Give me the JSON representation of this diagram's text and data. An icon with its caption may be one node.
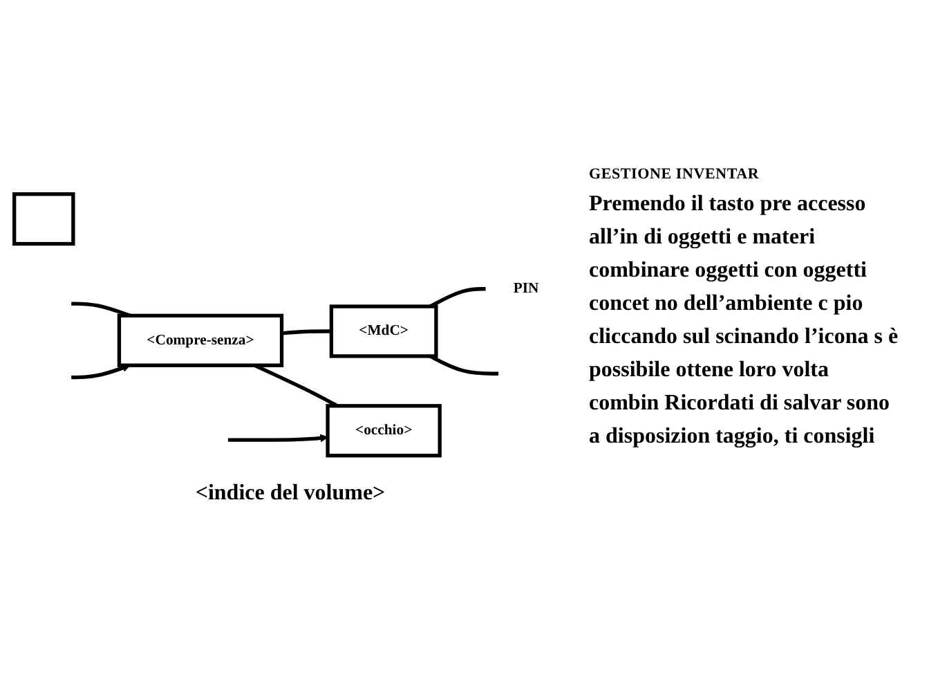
{
  "diagram": {
    "nodes": [
      {
        "text": [
          "<MdC>"
        ]
      },
      {
        "text": [
          "PIN"
        ]
      },
      {
        "text": [
          "<occhio>"
        ]
      },
      {
        "text": [
          "<Compre-senza>"
        ]
      },
      {
        "text": [],
        "shape": "box"
      }
    ],
    "edges": [
      {
        "from": 0,
        "to": 1,
        "arrow": "none"
      },
      {
        "from": 3,
        "to": 0,
        "arrow": "none"
      },
      {
        "from": null,
        "to": 3,
        "arrow": "none"
      },
      {
        "from": null,
        "to": 3,
        "arrow": "to"
      },
      {
        "from": 3,
        "to": 2,
        "arrow": "none"
      },
      {
        "from": null,
        "to": 2,
        "arrow": "to"
      },
      {
        "from": 0,
        "to": null,
        "arrow": "none"
      }
    ],
    "labels": [
      "<indice del volume>",
      "GESTIONE INVENTAR",
      "Premendo il tasto pre accesso all’in di oggetti e materi combinare oggetti con oggetti concet no dell’ambiente c pio cliccando sul scinando l’icona s è possibile ottene loro volta combin Ricordati di salvar sono a disposizion taggio, ti consigli"
    ]
  }
}
